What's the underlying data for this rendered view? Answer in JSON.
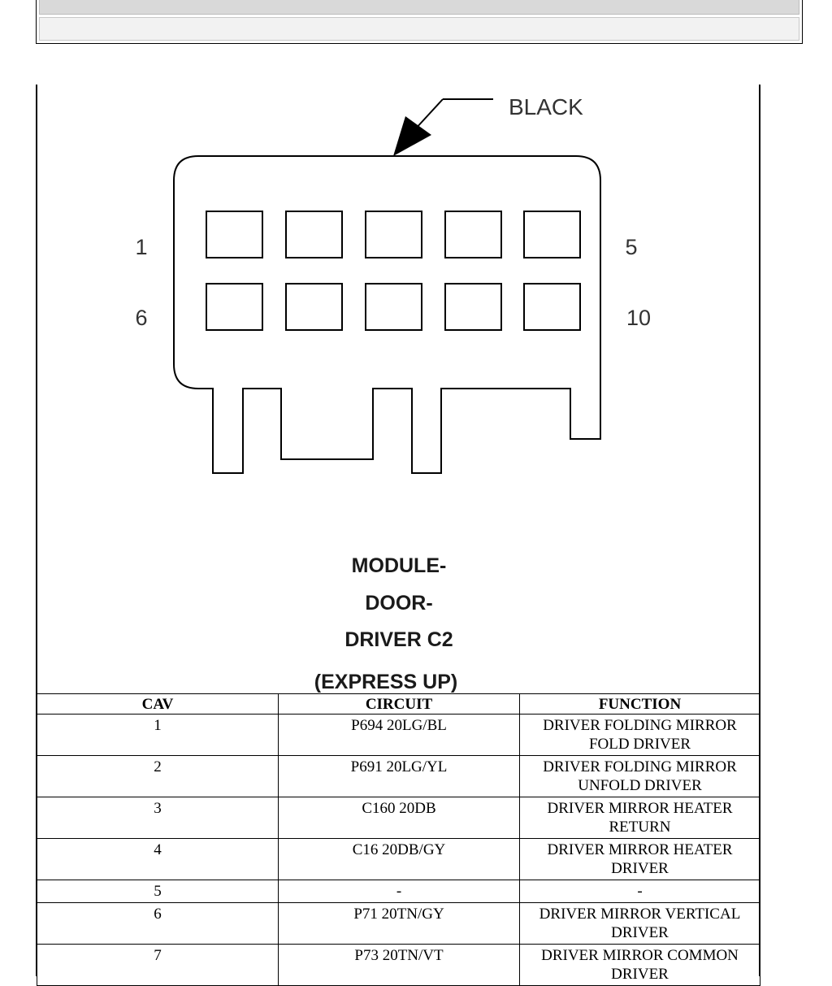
{
  "diagram": {
    "connector_color_label": "BLACK",
    "pin_labels": {
      "top_left": "1",
      "top_right": "5",
      "bottom_left": "6",
      "bottom_right": "10"
    },
    "title_lines": [
      "MODULE-",
      "DOOR-",
      "DRIVER C2",
      "(EXPRESS UP)"
    ]
  },
  "table": {
    "headers": [
      "CAV",
      "CIRCUIT",
      "FUNCTION"
    ],
    "rows": [
      {
        "cav": "1",
        "circuit": "P694 20LG/BL",
        "function": "DRIVER FOLDING MIRROR FOLD DRIVER"
      },
      {
        "cav": "2",
        "circuit": "P691 20LG/YL",
        "function": "DRIVER FOLDING MIRROR UNFOLD DRIVER"
      },
      {
        "cav": "3",
        "circuit": "C160 20DB",
        "function": "DRIVER MIRROR HEATER RETURN"
      },
      {
        "cav": "4",
        "circuit": "C16 20DB/GY",
        "function": "DRIVER MIRROR HEATER DRIVER"
      },
      {
        "cav": "5",
        "circuit": "-",
        "function": "-"
      },
      {
        "cav": "6",
        "circuit": "P71 20TN/GY",
        "function": "DRIVER MIRROR VERTICAL DRIVER"
      },
      {
        "cav": "7",
        "circuit": "P73 20TN/VT",
        "function": "DRIVER MIRROR COMMON DRIVER"
      }
    ]
  }
}
